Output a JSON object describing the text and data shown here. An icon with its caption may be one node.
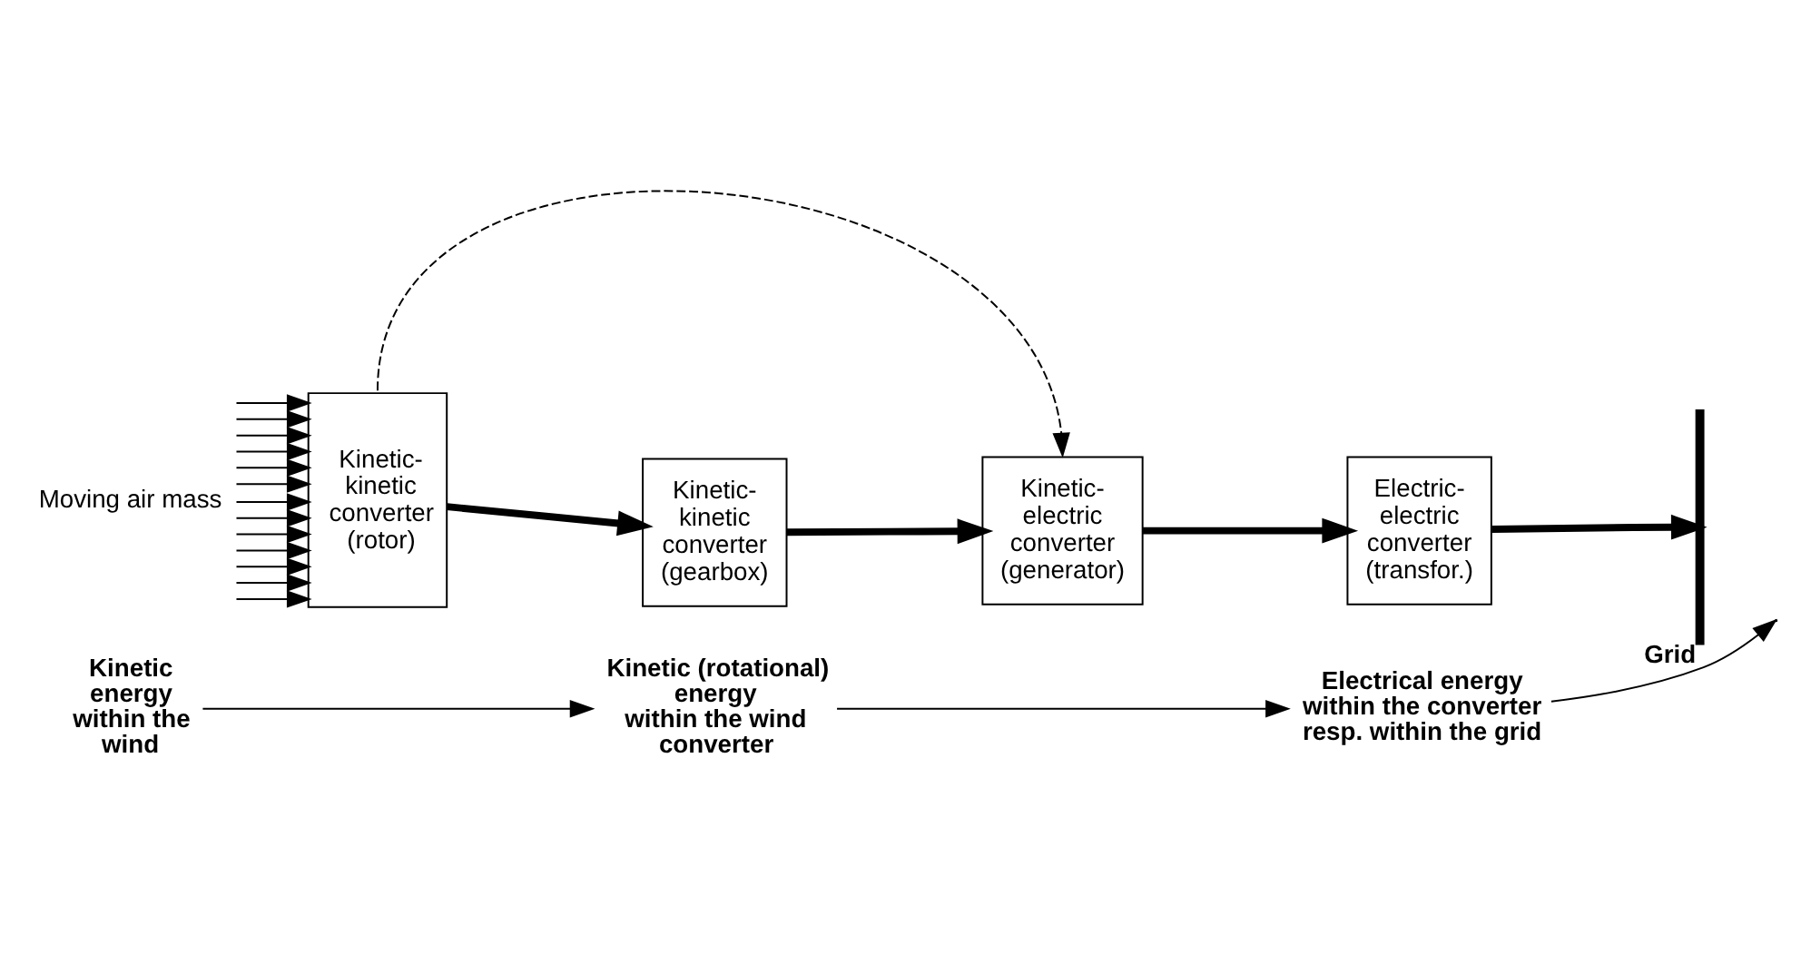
{
  "diagram": {
    "nodes": [
      {
        "text": [
          "Moving air mass"
        ]
      },
      {
        "text": [
          "Kinetic- kinetic converter (rotor)"
        ]
      },
      {
        "text": [
          "Kinetic- kinetic converter (gearbox)"
        ]
      },
      {
        "text": [
          "Kinetic- electric converter (generator)"
        ]
      },
      {
        "text": [
          "Electric- electric converter (transfor.)"
        ]
      },
      {
        "text": [
          "Grid"
        ]
      },
      {
        "text": [
          "Kinetic energy",
          "within the wind"
        ]
      },
      {
        "text": [
          "Kinetic (rotational) energy",
          "within the wind converter"
        ]
      },
      {
        "text": [
          "Electrical energy",
          "within the converter resp. within the grid"
        ]
      }
    ],
    "edges": [
      {
        "from": 0,
        "to": 1,
        "arrow": "to"
      },
      {
        "from": 0,
        "to": 1,
        "arrow": "to"
      },
      {
        "from": 0,
        "to": 1,
        "arrow": "to"
      },
      {
        "from": 0,
        "to": 1,
        "arrow": "to"
      },
      {
        "from": 0,
        "to": 1,
        "arrow": "to"
      },
      {
        "from": 0,
        "to": 1,
        "arrow": "to"
      },
      {
        "from": 0,
        "to": 1,
        "arrow": "to"
      },
      {
        "from": 0,
        "to": 1,
        "arrow": "to"
      },
      {
        "from": 0,
        "to": 1,
        "arrow": "to"
      },
      {
        "from": 0,
        "to": 1,
        "arrow": "to"
      },
      {
        "from": 0,
        "to": 1,
        "arrow": "to"
      },
      {
        "from": 0,
        "to": 1,
        "arrow": "to"
      },
      {
        "from": 0,
        "to": 1,
        "arrow": "to"
      },
      {
        "from": 1,
        "to": 2,
        "arrow": "to",
        "style": "thick"
      },
      {
        "from": 2,
        "to": 3,
        "arrow": "to",
        "style": "thick"
      },
      {
        "from": 3,
        "to": 4,
        "arrow": "to",
        "style": "thick"
      },
      {
        "from": 4,
        "to": 5,
        "arrow": "to",
        "style": "thick"
      },
      {
        "from": 1,
        "to": 3,
        "arrow": "to",
        "style": "dashed"
      },
      {
        "from": 6,
        "to": 7,
        "arrow": "to"
      },
      {
        "from": 7,
        "to": 8,
        "arrow": "to"
      },
      {
        "from": 8,
        "to": null,
        "arrow": "to"
      }
    ]
  }
}
